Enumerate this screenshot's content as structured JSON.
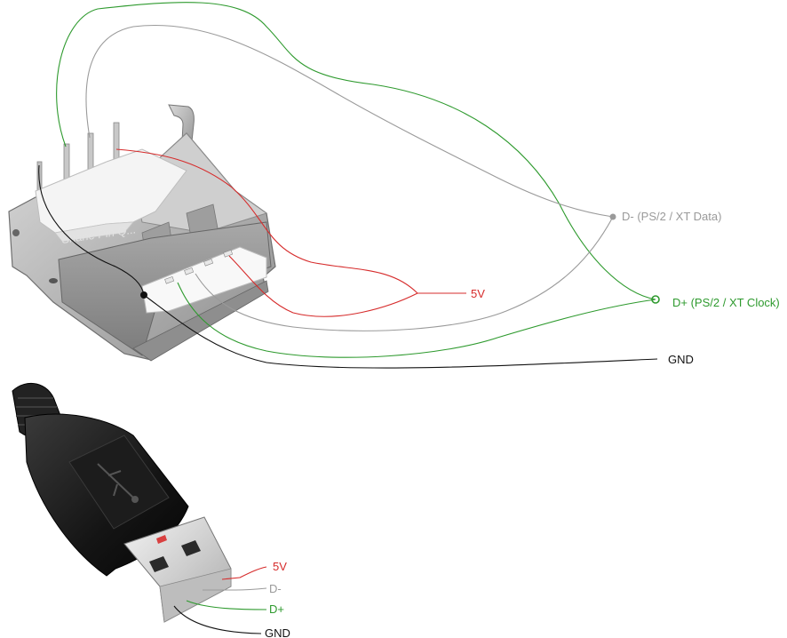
{
  "colors": {
    "red": "#d62b2b",
    "grey": "#9a9a9a",
    "green": "#2e9a2e",
    "black": "#111111"
  },
  "socket": {
    "watermark": "Shane Pin Q...",
    "labels": {
      "d_minus": "D- (PS/2 / XT Data)",
      "d_plus": "D+ (PS/2 / XT Clock)",
      "five_v": "5V",
      "gnd": "GND"
    }
  },
  "plug": {
    "labels": {
      "five_v": "5V",
      "d_minus": "D-",
      "d_plus": "D+",
      "gnd": "GND"
    }
  }
}
